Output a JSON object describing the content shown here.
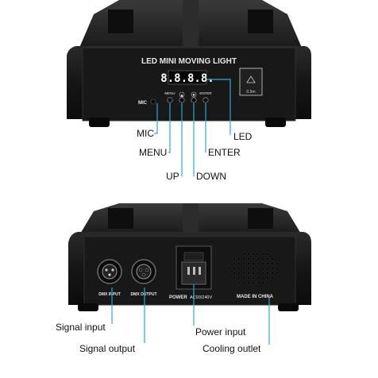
{
  "top_unit": {
    "panel_title": "LED MINI MOVING LIGHT",
    "display_digits": "8.8.8.8.",
    "mic_panel_text": "MIC",
    "menu_button_text": "MENU",
    "enter_button_text": "ENTER",
    "up_glyph": "▲",
    "down_glyph": "▼",
    "safety_distance": "0.5m",
    "callouts": {
      "mic": "MIC",
      "menu": "MENU",
      "up": "UP",
      "down": "DOWN",
      "enter": "ENTER",
      "led": "LED"
    }
  },
  "bottom_unit": {
    "dmx_input_text": "DMX INPUT",
    "dmx_output_text": "DMX OUTPUT",
    "power_text": "POWER",
    "power_rating": "AC90/240V",
    "made_in": "MADE IN CHINA",
    "callouts": {
      "signal_input": "Signal input",
      "signal_output": "Signal output",
      "power_input": "Power input",
      "cooling_outlet": "Cooling outlet"
    }
  },
  "colors": {
    "background": "#ffffff",
    "device_body": "#141414",
    "panel_text": "#e8e8e8",
    "led_digits": "#ffffff",
    "callout_line": "#2aa9d6",
    "callout_text": "#111111"
  }
}
